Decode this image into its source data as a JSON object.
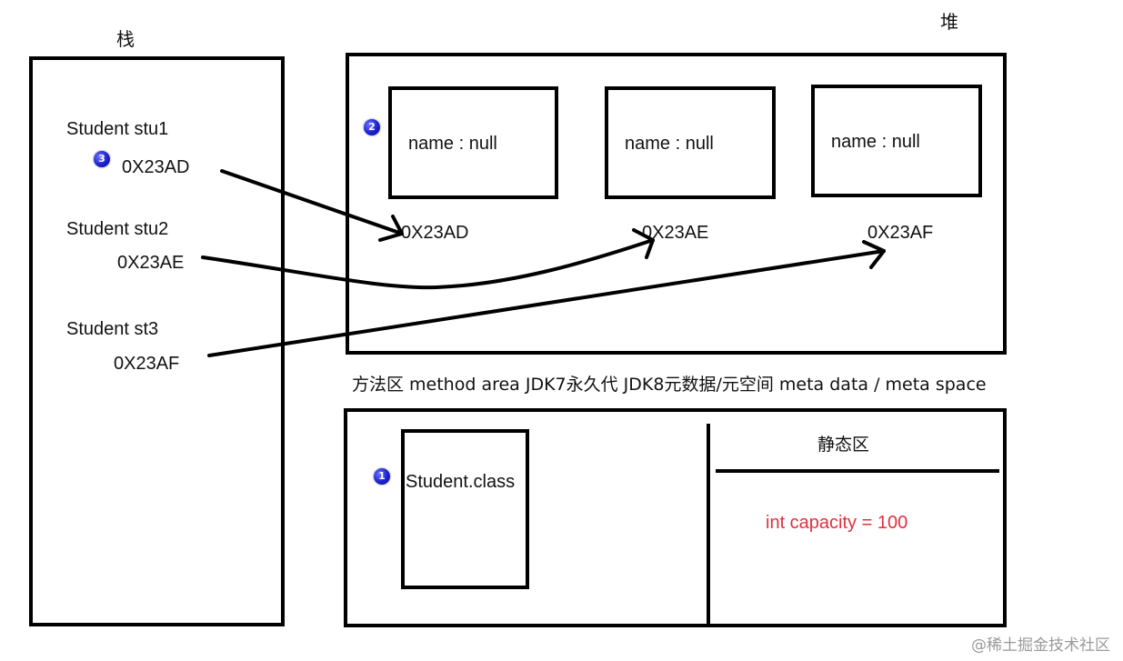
{
  "stack": {
    "title": "栈",
    "variables": [
      {
        "name": "Student stu1",
        "address": "0X23AD"
      },
      {
        "name": "Student stu2",
        "address": "0X23AE"
      },
      {
        "name": "Student st3",
        "address": "0X23AF"
      }
    ]
  },
  "heap": {
    "title": "堆",
    "objects": [
      {
        "field": "name : null",
        "address": "0X23AD"
      },
      {
        "field": "name : null",
        "address": "0X23AE"
      },
      {
        "field": "name : null",
        "address": "0X23AF"
      }
    ]
  },
  "method_area": {
    "title": "方法区  method area  JDK7永久代  JDK8元数据/元空间 meta data / meta space",
    "class_label": "Student.class",
    "static_title": "静态区",
    "static_var": "int capacity = 100"
  },
  "badges": [
    "1",
    "2",
    "3"
  ],
  "watermark": "@稀土掘金技术社区",
  "colors": {
    "static_var": "#e0303e",
    "badge": "#1a1fd1"
  }
}
